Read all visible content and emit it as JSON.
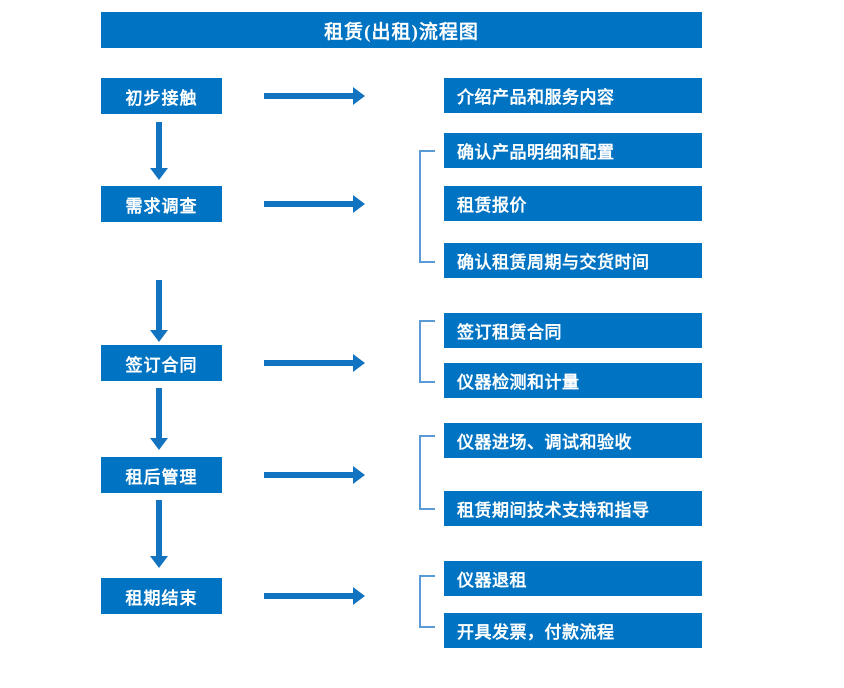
{
  "diagram": {
    "title": "租赁(出租)流程图",
    "accent_color": "#0073C2",
    "arrow_color": "#1273C0",
    "bracket_color": "#5B9BD5",
    "title_text_color": "#FFFFFF",
    "stages": [
      {
        "id": "stage-1",
        "label": "初步接触",
        "details": [
          "介绍产品和服务内容"
        ],
        "has_bracket": false
      },
      {
        "id": "stage-2",
        "label": "需求调查",
        "details": [
          "确认产品明细和配置",
          "租赁报价",
          "确认租赁周期与交货时间"
        ],
        "has_bracket": true
      },
      {
        "id": "stage-3",
        "label": "签订合同",
        "details": [
          "签订租赁合同",
          "仪器检测和计量"
        ],
        "has_bracket": true
      },
      {
        "id": "stage-4",
        "label": "租后管理",
        "details": [
          "仪器进场、调试和验收",
          "租赁期间技术支持和指导"
        ],
        "has_bracket": true
      },
      {
        "id": "stage-5",
        "label": "租期结束",
        "details": [
          "仪器退租",
          "开具发票，付款流程"
        ],
        "has_bracket": true
      }
    ],
    "detail_boxes_flat": [
      "介绍产品和服务内容",
      "确认产品明细和配置",
      "租赁报价",
      "确认租赁周期与交货时间",
      "签订租赁合同",
      "仪器检测和计量",
      "仪器进场、调试和验收",
      "租赁期间技术支持和指导",
      "仪器退租",
      "开具发票，付款流程"
    ]
  }
}
